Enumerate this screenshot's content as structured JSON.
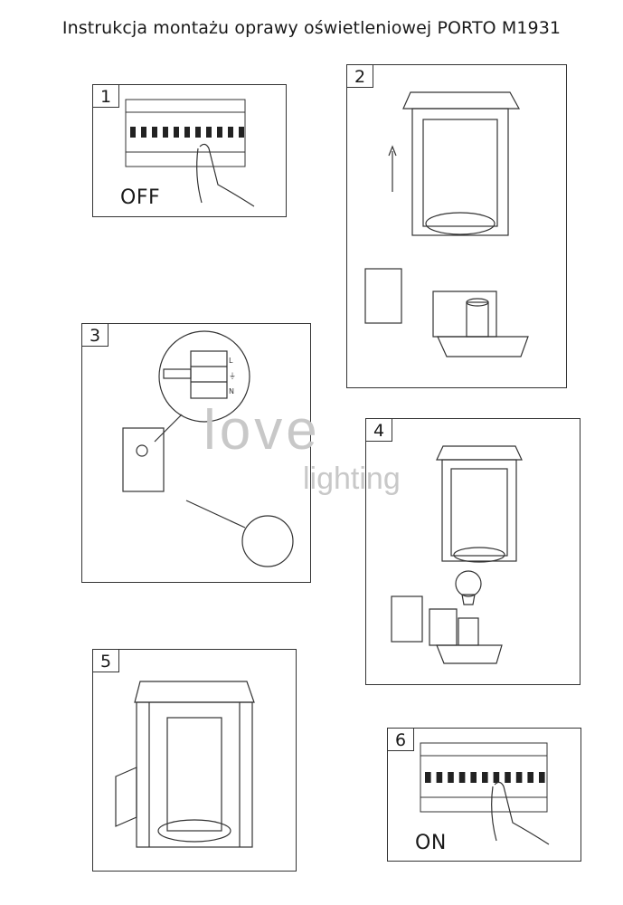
{
  "title": "Instrukcja montażu oprawy oświetleniowej PORTO M1931",
  "panels": [
    {
      "number": "1",
      "caption": "OFF"
    },
    {
      "number": "2"
    },
    {
      "number": "3"
    },
    {
      "number": "4"
    },
    {
      "number": "5"
    },
    {
      "number": "6",
      "caption": "ON"
    }
  ],
  "terminal_labels": [
    "L",
    "⏚",
    "N"
  ],
  "watermark": {
    "line1": "love",
    "line2": "lighting"
  }
}
